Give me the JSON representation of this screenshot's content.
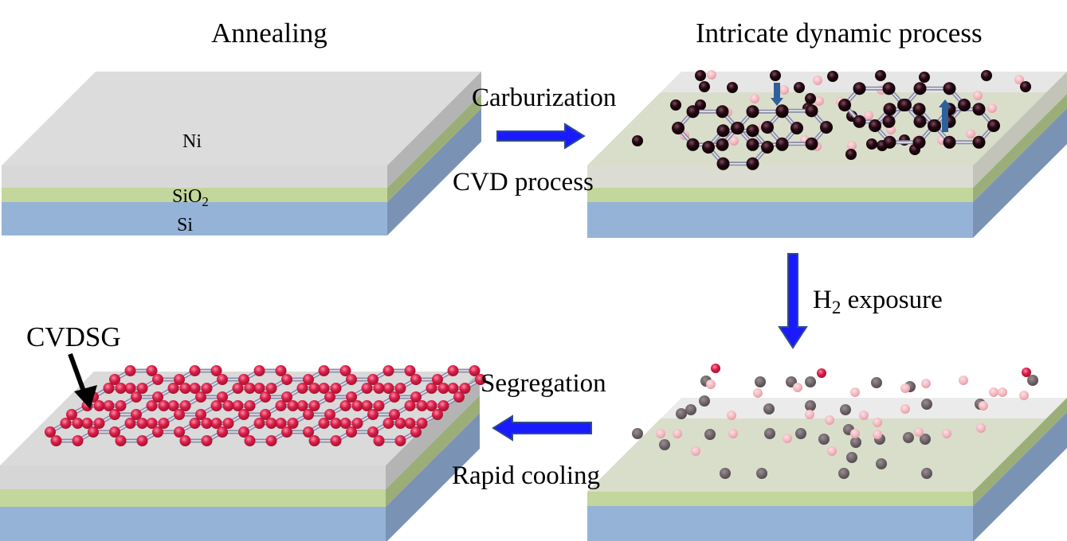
{
  "titles": {
    "annealing": "Annealing",
    "intricate": "Intricate dynamic process"
  },
  "layers": {
    "ni": "Ni",
    "sio2_base": "SiO",
    "sio2_sub": "2",
    "si": "Si"
  },
  "steps": {
    "carburization": "Carburization",
    "cvd_process": "CVD process",
    "h2_base": "H",
    "h2_sub": "2",
    "h2_rest": " exposure",
    "segregation": "Segregation",
    "rapid_cooling": "Rapid cooling"
  },
  "annotation": {
    "cvdsg": "CVDSG"
  },
  "colors": {
    "ni_top": "#dcdcdc",
    "ni_front": "#d6d6d6",
    "ni_side": "#b4b4b4",
    "sio2_front": "#c3d69b",
    "sio2_side": "#9bae78",
    "si_front": "#95b3d7",
    "si_side": "#7a93b5",
    "dissolved_top": "#dde0d2",
    "carbon_dark": "#2a0a14",
    "carbon_faded": "#6e6468",
    "carbon_pink": "#f0b4bc",
    "graphene_red": "#d8204a",
    "arrow_blue": "#1a1aff",
    "arrow_edge": "#2e4d86",
    "small_arrow": "#2e6099"
  }
}
